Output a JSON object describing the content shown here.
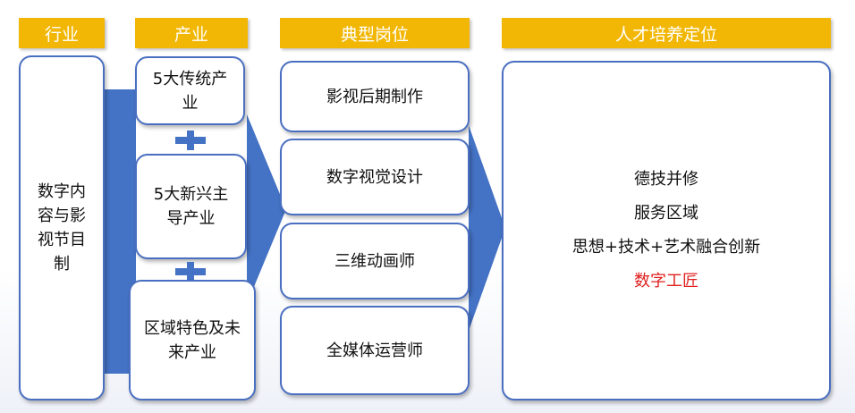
{
  "headers": {
    "industry": "行业",
    "sector": "产业",
    "positions": "典型岗位",
    "talent": "人才培养定位"
  },
  "industry_box": "数字内容与影视节目制",
  "sectors": [
    "5大传统产业",
    "5大新兴主导产业",
    "区域特色及未来产业"
  ],
  "positions": [
    "影视后期制作",
    "数字视觉设计",
    "三维动画师",
    "全媒体运营师"
  ],
  "talent": {
    "lines": [
      "德技并修",
      "服务区域",
      "思想+技术+艺术融合创新",
      "数字工匠"
    ],
    "highlight_color": "#e02020"
  },
  "colors": {
    "header_bg": "#f2b705",
    "accent_blue": "#4472c4"
  }
}
